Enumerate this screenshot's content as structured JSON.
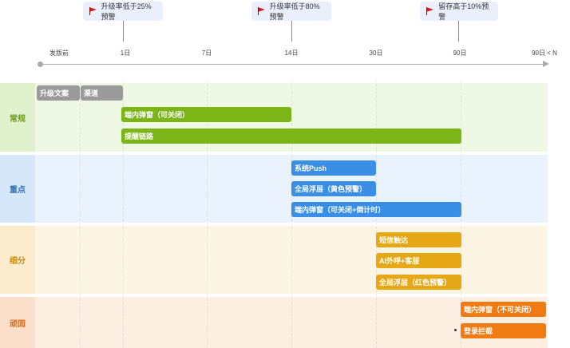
{
  "alerts": [
    {
      "text": "升级率低于25%预警"
    },
    {
      "text": "升级率低于80%预警"
    },
    {
      "text": "留存高于10%预警"
    }
  ],
  "timeline": {
    "ticks": [
      "发版前",
      "1日",
      "7日",
      "14日",
      "30日",
      "90日",
      "90日 < N"
    ]
  },
  "tiers": [
    {
      "label": "常规"
    },
    {
      "label": "重点"
    },
    {
      "label": "细分"
    },
    {
      "label": "顽固"
    }
  ],
  "colors": {
    "green": "#7cb518",
    "blue": "#3a8ee6",
    "yellow": "#e6a817",
    "orange": "#f07b13",
    "gray": "#9a9a9a"
  },
  "bars": {
    "b1": "升级文案",
    "b2": "渠道",
    "b3": "端内弹窗（可关闭）",
    "b4": "提醒链路",
    "b5": "系统Push",
    "b6": "全局浮层（黄色预警）",
    "b7": "端内弹窗（可关闭+倒计时）",
    "b8": "短信触达",
    "b9": "AI外呼+客服",
    "b10": "全局浮层（红色预警）",
    "b11": "端内弹窗（不可关闭）",
    "b12": "登录拦截"
  }
}
